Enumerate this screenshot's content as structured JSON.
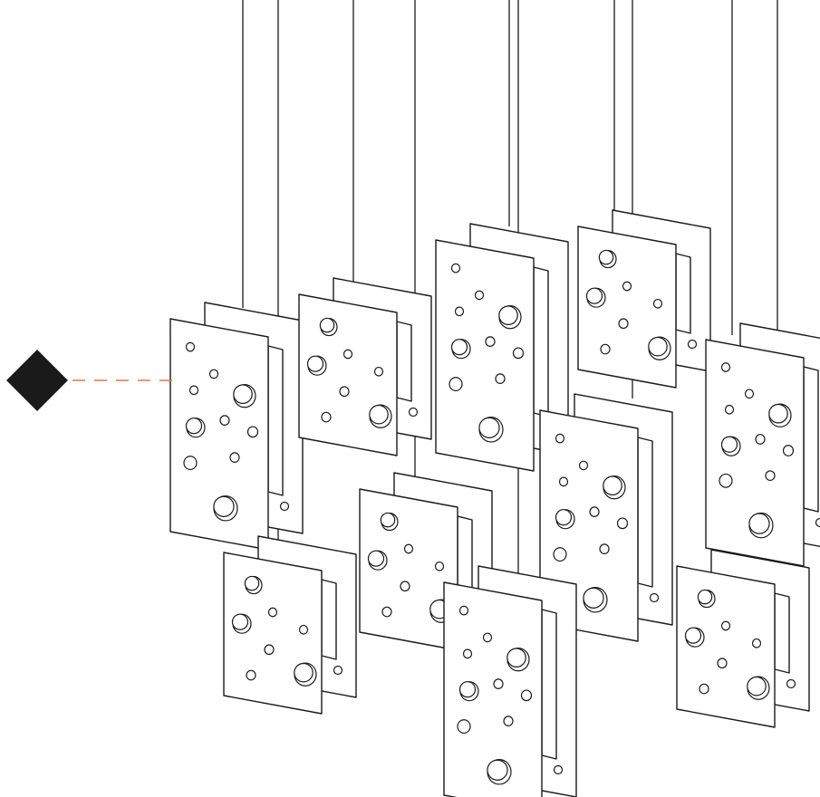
{
  "diagram": {
    "marker_color": "#1a1a1a",
    "leader_color": "#e8724a",
    "line_color": "#1a1a1a",
    "panel_fill": "#ffffff",
    "panel_count": 10,
    "marker_shape": "diamond",
    "leader_style": "dashed"
  }
}
